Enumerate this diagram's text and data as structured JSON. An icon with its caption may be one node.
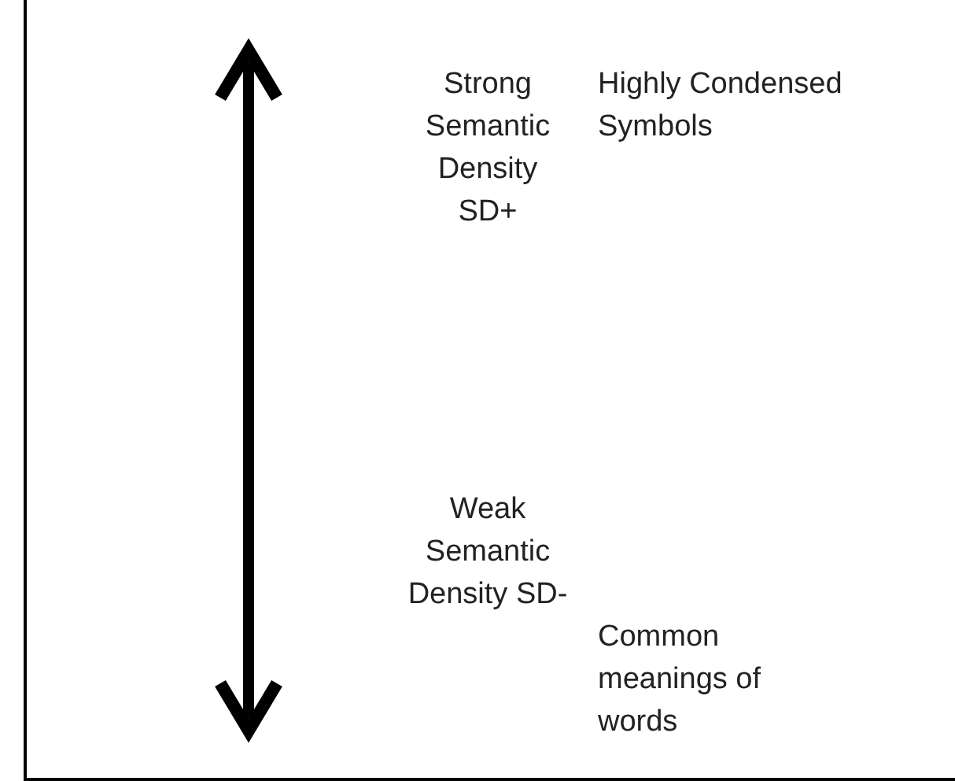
{
  "diagram": {
    "labels": [
      "Strong Semantic Density SD+",
      "Highly Condensed Symbols",
      "Weak Semantic Density SD-",
      "Common meanings of words"
    ]
  }
}
